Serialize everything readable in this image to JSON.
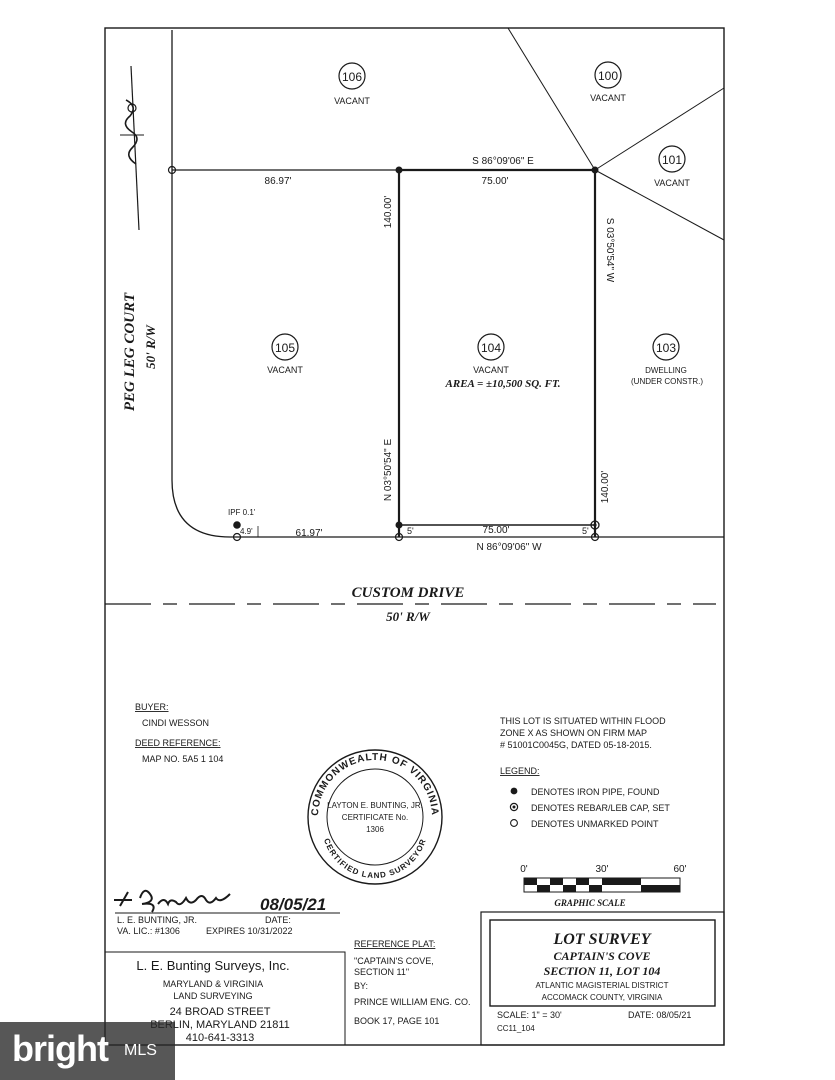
{
  "lots": {
    "l106": {
      "number": "106",
      "status": "VACANT"
    },
    "l100": {
      "number": "100",
      "status": "VACANT"
    },
    "l101": {
      "number": "101",
      "status": "VACANT"
    },
    "l105": {
      "number": "105",
      "status": "VACANT"
    },
    "l104": {
      "number": "104",
      "status": "VACANT",
      "area": "AREA = ±10,500 SQ. FT."
    },
    "l103": {
      "number": "103",
      "status": "DWELLING",
      "note": "(UNDER CONSTR.)"
    }
  },
  "bearings": {
    "north_line": "S 86°09'06\" E",
    "south_line": "N 86°09'06\" W",
    "east_line": "S 03°50'54\" W",
    "west_line": "N 03°50'54\" E"
  },
  "distances": {
    "north_left": "86.97'",
    "north_lot": "75.00'",
    "west_side": "140.00'",
    "east_side": "140.00'",
    "south_left": "61.97'",
    "south_lot": "75.00'",
    "offset_left": "5'",
    "offset_right": "5'",
    "ipf_offset": "4.9'",
    "ipf_label": "IPF 0.1'"
  },
  "roads": {
    "peg_leg": {
      "name": "PEG LEG COURT",
      "rw": "50' R/W"
    },
    "custom_drive": {
      "name": "CUSTOM DRIVE",
      "rw": "50' R/W"
    }
  },
  "buyer": {
    "heading": "BUYER:",
    "name": "CINDI WESSON",
    "deed_heading": "DEED REFERENCE:",
    "deed_value": "MAP NO. 5A5 1 104"
  },
  "flood_note": [
    "THIS LOT IS SITUATED WITHIN FLOOD",
    "ZONE X AS SHOWN ON FIRM MAP",
    "# 51001C0045G, DATED 05-18-2015."
  ],
  "legend": {
    "heading": "LEGEND:",
    "items": [
      "DENOTES IRON PIPE, FOUND",
      "DENOTES REBAR/LEB CAP, SET",
      "DENOTES UNMARKED POINT"
    ]
  },
  "seal": {
    "top_text": "COMMONWEALTH OF VIRGINIA",
    "bottom_text": "CERTIFIED LAND SURVEYOR",
    "name": "LAYTON E. BUNTING, JR.",
    "cert_label": "CERTIFICATE No.",
    "cert_number": "1306"
  },
  "graphic_scale": {
    "labels": [
      "0'",
      "30'",
      "60'"
    ],
    "caption": "GRAPHIC SCALE"
  },
  "signature": {
    "handwriting": "L. E. Bunting 08/05/21",
    "printed_name": "L. E. BUNTING, JR.",
    "date_label": "DATE:",
    "license": "VA. LIC.: #1306",
    "expires": "EXPIRES 10/31/2022"
  },
  "company": {
    "name": "L. E. Bunting Surveys, Inc.",
    "line1": "MARYLAND & VIRGINIA",
    "line2": "LAND SURVEYING",
    "line3": "24 BROAD STREET",
    "line4": "BERLIN, MARYLAND 21811",
    "phone": "410-641-3313"
  },
  "reference_plat": {
    "heading": "REFERENCE PLAT:",
    "line1": "\"CAPTAIN'S COVE,",
    "line2": "SECTION 11\"",
    "by": "BY:",
    "engineer": "PRINCE WILLIAM ENG. CO.",
    "book": "BOOK 17, PAGE 101"
  },
  "title_block": {
    "title": "LOT SURVEY",
    "line1": "CAPTAIN'S COVE",
    "line2": "SECTION 11, LOT 104",
    "line3": "ATLANTIC MAGISTERIAL DISTRICT",
    "line4": "ACCOMACK COUNTY, VIRGINIA",
    "scale": "SCALE: 1\" = 30'",
    "date": "DATE: 08/05/21",
    "file": "CC11_104"
  },
  "watermark": {
    "brand": "bright",
    "suffix": "MLS"
  }
}
